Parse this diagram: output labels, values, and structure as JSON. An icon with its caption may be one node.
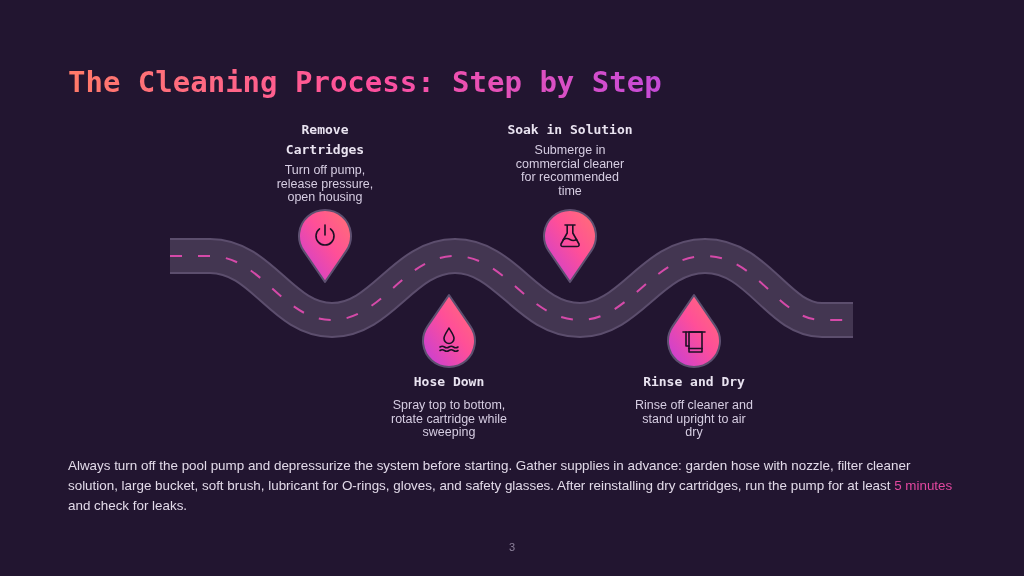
{
  "diagram": {
    "title": "The Cleaning Process: Step by Step",
    "nodes": [
      {
        "text": [
          "Remove Cartridges",
          "Turn off pump, release pressure, open housing"
        ]
      },
      {
        "text": [
          "Hose Down",
          "Spray top to bottom, rotate cartridge while sweeping"
        ]
      },
      {
        "text": [
          "Soak in Solution",
          "Submerge in commercial cleaner for recommended time"
        ]
      },
      {
        "text": [
          "Rinse and Dry",
          "Rinse off cleaner and stand upright to air dry"
        ]
      }
    ],
    "labels": [
      "Always turn off the pool pump and depressurize the system before starting. Gather supplies in advance: garden hose with nozzle, filter cleaner solution, large bucket, soft brush, lubricant for O-rings, gloves, and safety glasses. After reinstalling dry cartridges, run the pump for at least **5 minutes** and check for leaks.",
      "3"
    ]
  }
}
